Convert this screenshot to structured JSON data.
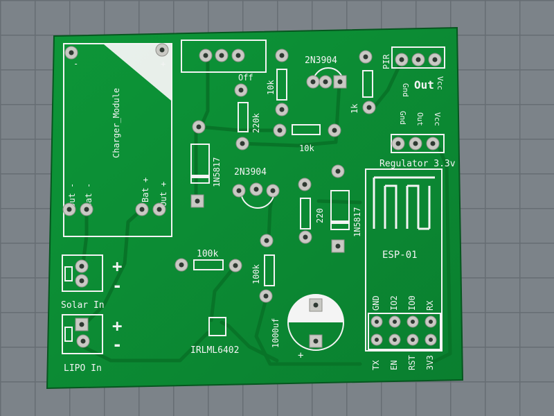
{
  "board": {
    "charger": {
      "title": "Charger_Module",
      "minus": "-",
      "plus": "+",
      "out_minus": "Out -",
      "bat_minus": "Bat -",
      "bat_plus": "Bat +",
      "out_plus": "Out +"
    },
    "switch": {
      "label": "Off"
    },
    "q1": {
      "label": "2N3904"
    },
    "q2": {
      "label": "2N3904"
    },
    "r_10k_a": {
      "label": "10k"
    },
    "r_220k": {
      "label": "220k"
    },
    "r_10k_b": {
      "label": "10k"
    },
    "r_1k": {
      "label": "1k"
    },
    "r_220": {
      "label": "220"
    },
    "r_100k_a": {
      "label": "100k"
    },
    "r_100k_b": {
      "label": "100k"
    },
    "d1": {
      "label": "1N5817"
    },
    "d2": {
      "label": "1N5817"
    },
    "pir": {
      "label": "PIR",
      "out": "Out",
      "gnd": "Gnd",
      "vcc": "Vcc"
    },
    "regulator": {
      "label": "Regulator 3.3v",
      "gnd": "Gnd",
      "out": "Out",
      "vcc": "Vcc"
    },
    "esp": {
      "label": "ESP-01",
      "top_pins": [
        "GND",
        "IO2",
        "IO0",
        "RX"
      ],
      "bottom_pins": [
        "TX",
        "EN",
        "RST",
        "3V3"
      ]
    },
    "cap": {
      "label": "1000uf",
      "plus": "+"
    },
    "mosfet": {
      "label": "IRLML6402"
    },
    "solar": {
      "label": "Solar In",
      "plus": "+",
      "minus": "-"
    },
    "lipo": {
      "label": "LIPO In",
      "plus": "+",
      "minus": "-"
    }
  },
  "colors": {
    "pcb": "#0b8a33",
    "trace": "#0a7a2c",
    "silk": "#f4f4f4",
    "pad": "#c9c9c4",
    "mat": "#7c8389",
    "grid": "#6a7076"
  }
}
